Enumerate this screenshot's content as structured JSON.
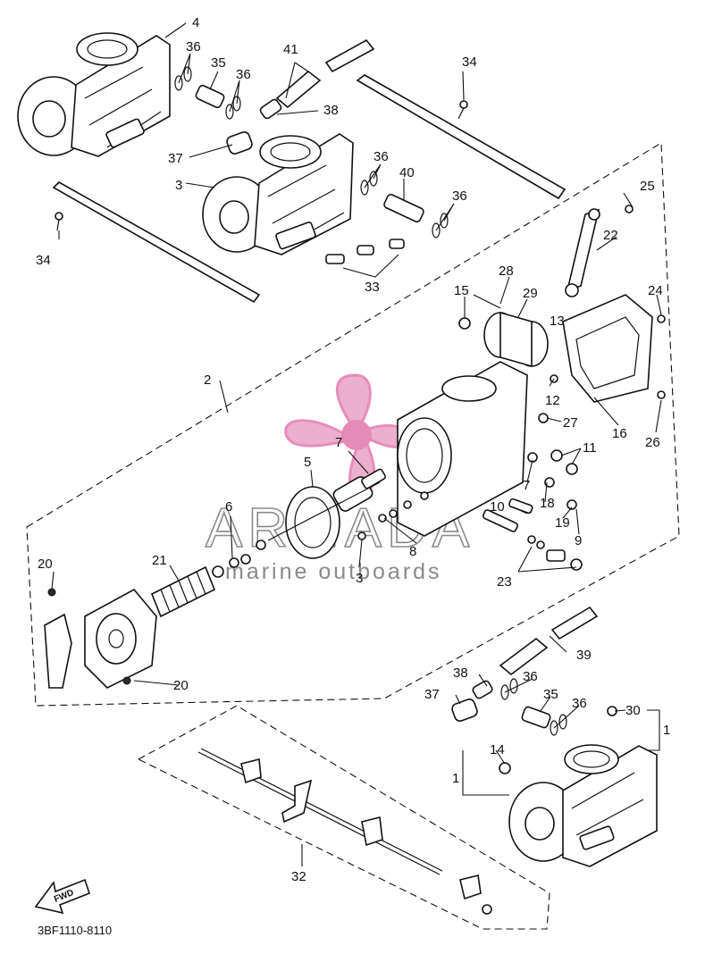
{
  "diagram_code": "3BF1110-8110",
  "fwd_label": "FWD",
  "watermark": {
    "brand": "ARMADA",
    "tagline": "marine outboards"
  },
  "labels": {
    "l1": "1",
    "l1b": "1",
    "l2": "2",
    "l3": "3",
    "l3b": "3",
    "l4": "4",
    "l5": "5",
    "l6": "6",
    "l7": "7",
    "l7b": "7",
    "l8": "8",
    "l9": "9",
    "l10": "10",
    "l11": "11",
    "l12": "12",
    "l13": "13",
    "l14": "14",
    "l15": "15",
    "l16": "16",
    "l18": "18",
    "l19": "19",
    "l20a": "20",
    "l20b": "20",
    "l21": "21",
    "l22": "22",
    "l23": "23",
    "l24": "24",
    "l25": "25",
    "l26": "26",
    "l27": "27",
    "l28": "28",
    "l29": "29",
    "l30": "30",
    "l32": "32",
    "l33": "33",
    "l34a": "34",
    "l34b": "34",
    "l35a": "35",
    "l35b": "35",
    "l36a": "36",
    "l36b": "36",
    "l36c": "36",
    "l36d": "36",
    "l36e": "36",
    "l36f": "36",
    "l37a": "37",
    "l37b": "37",
    "l38a": "38",
    "l38b": "38",
    "l39": "39",
    "l40": "40",
    "l41": "41"
  }
}
